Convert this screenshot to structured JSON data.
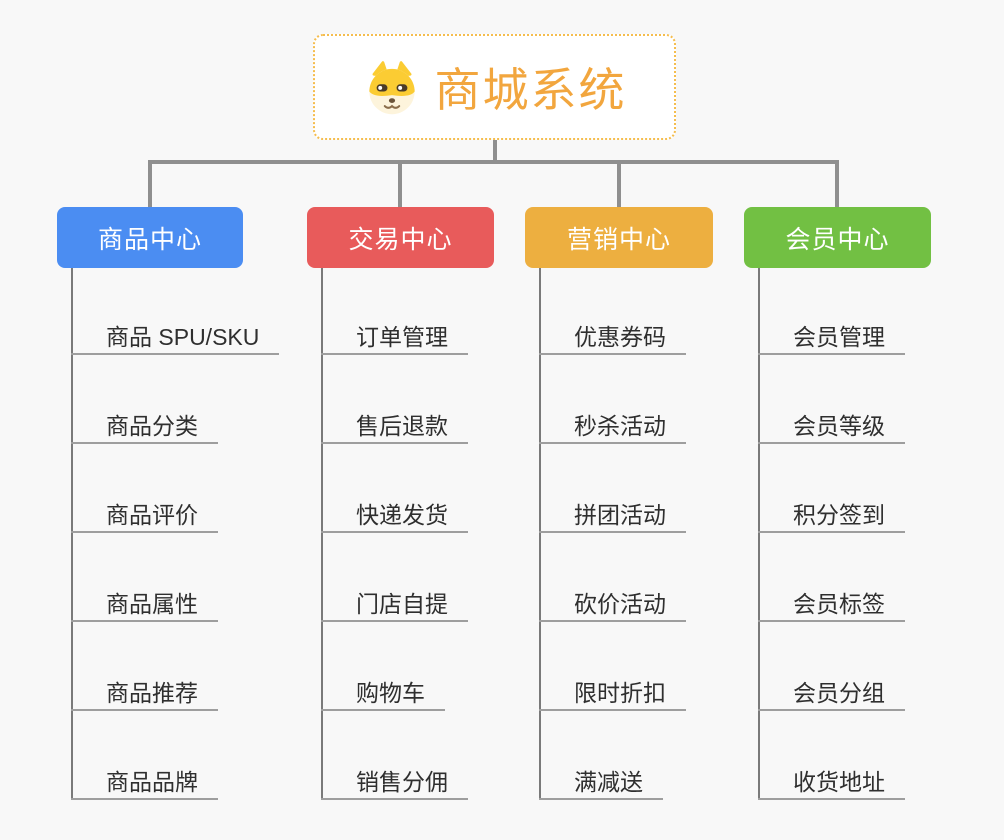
{
  "root": {
    "title": "商城系统",
    "icon": "dog-face-icon"
  },
  "branches": [
    {
      "label": "商品中心",
      "color": "#4b8df2",
      "children": [
        "商品 SPU/SKU",
        "商品分类",
        "商品评价",
        "商品属性",
        "商品推荐",
        "商品品牌"
      ]
    },
    {
      "label": "交易中心",
      "color": "#e85b5b",
      "children": [
        "订单管理",
        "售后退款",
        "快递发货",
        "门店自提",
        "购物车",
        "销售分佣"
      ]
    },
    {
      "label": "营销中心",
      "color": "#edaf40",
      "children": [
        "优惠券码",
        "秒杀活动",
        "拼团活动",
        "砍价活动",
        "限时折扣",
        "满减送"
      ]
    },
    {
      "label": "会员中心",
      "color": "#72c043",
      "children": [
        "会员管理",
        "会员等级",
        "积分签到",
        "会员标签",
        "会员分组",
        "收货地址"
      ]
    }
  ],
  "colors": {
    "background": "#f8f8f8",
    "connector": "#8f8f8f",
    "branch_trunk": "#7a7a7a",
    "item_underline": "#9e9e9e",
    "item_text": "#2f2f2f",
    "root_border": "#f5bd4e",
    "root_text": "#f2a63e"
  }
}
